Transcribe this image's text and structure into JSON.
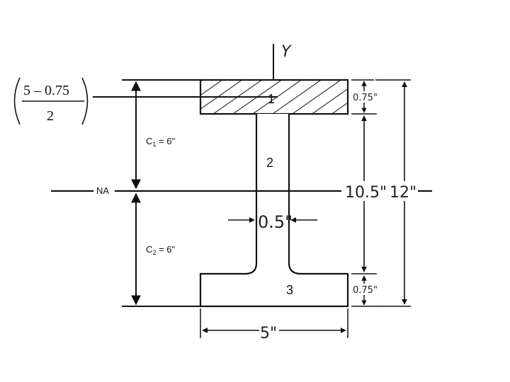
{
  "diagram": {
    "axis_label": "Y",
    "formula": {
      "numerator": "5 – 0.75",
      "denominator": "2"
    },
    "parts": {
      "top_flange": "1",
      "web": "2",
      "bottom_flange": "3"
    },
    "neutral_axis_label": "NA",
    "c1": {
      "prefix": "C",
      "subscript": "1",
      "suffix": " = 6\""
    },
    "c2": {
      "prefix": "C",
      "subscript": "2",
      "suffix": " = 6\""
    },
    "dimensions": {
      "top_flange_thickness": "0.75\"",
      "bottom_flange_thickness": "0.75\"",
      "web_height": "10.5\"",
      "total_height": "12\"",
      "web_thickness": "0.5\"",
      "flange_width": "5\""
    },
    "colors": {
      "line": "#111111",
      "hatch": "#222222"
    }
  }
}
